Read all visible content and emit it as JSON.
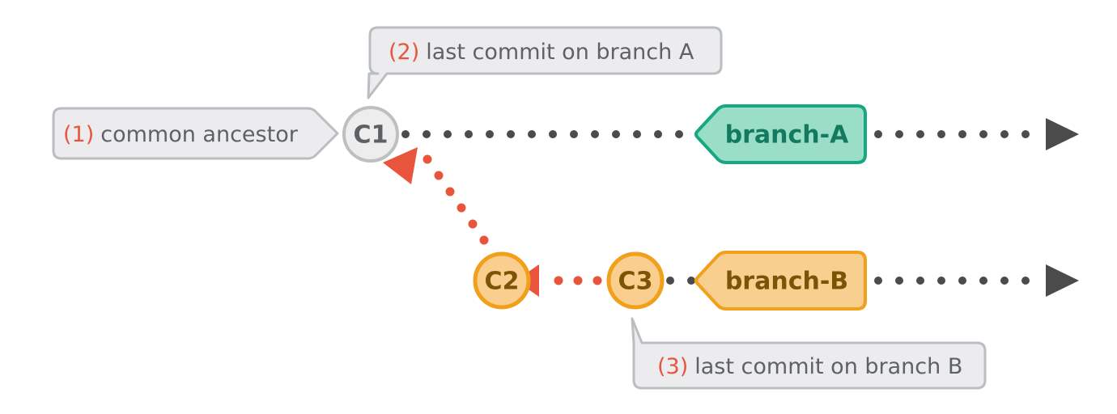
{
  "diagram": {
    "title": "git branch divergence diagram",
    "background_color": "#ffffff",
    "callouts": [
      {
        "id": "callout-common-ancestor",
        "number": "(1)",
        "text": "common ancestor",
        "tail": "right",
        "fill": "#ececee",
        "stroke": "#b9bec1",
        "number_color": "#e9553c",
        "text_color": "#5d6265"
      },
      {
        "id": "callout-last-commit-a",
        "number": "(2)",
        "text": "last commit on branch A",
        "tail": "bottom-left",
        "fill": "#ececee",
        "stroke": "#b9bec1",
        "number_color": "#e9553c",
        "text_color": "#5d6265"
      },
      {
        "id": "callout-last-commit-b",
        "number": "(3)",
        "text": "last commit on branch B",
        "tail": "top-left",
        "fill": "#ececee",
        "stroke": "#b9bec1",
        "number_color": "#e9553c",
        "text_color": "#5d6265"
      }
    ],
    "commits": [
      {
        "id": "commit-c1",
        "label": "C1",
        "row": "branch-a",
        "fill": "#ededee",
        "stroke": "#bcc0c3",
        "text_color": "#5b6164"
      },
      {
        "id": "commit-c2",
        "label": "C2",
        "row": "branch-b",
        "fill": "#f9ce8e",
        "stroke": "#f0a01b",
        "text_color": "#7c5406"
      },
      {
        "id": "commit-c3",
        "label": "C3",
        "row": "branch-b",
        "fill": "#f9ce8e",
        "stroke": "#f0a01b",
        "text_color": "#7c5406"
      }
    ],
    "branch_tags": [
      {
        "id": "branch-tag-a",
        "label": "branch-A",
        "fill": "#9adec8",
        "stroke": "#17a783",
        "text_color": "#137a60"
      },
      {
        "id": "branch-tag-b",
        "label": "branch-B",
        "fill": "#f9cf90",
        "stroke": "#f0a01b",
        "text_color": "#7c5406"
      }
    ],
    "timelines": [
      {
        "id": "timeline-branch-a",
        "style": "dotted",
        "color": "#4b4b4b",
        "direction": "right"
      },
      {
        "id": "timeline-branch-b",
        "style": "dotted",
        "color": "#4b4b4b",
        "direction": "right"
      }
    ],
    "merge_link": {
      "id": "merge-link-c2-to-c1",
      "from": "C2",
      "to": "C1",
      "style": "dotted",
      "color": "#e9553c"
    }
  }
}
